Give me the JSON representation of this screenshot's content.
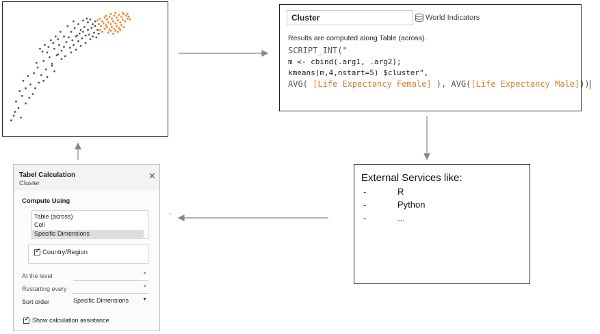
{
  "scatter": {
    "gray_points": [
      [
        6,
        10
      ],
      [
        8,
        15
      ],
      [
        9,
        19
      ],
      [
        12,
        23
      ],
      [
        10,
        30
      ],
      [
        14,
        13
      ],
      [
        18,
        44
      ],
      [
        16,
        52
      ],
      [
        22,
        48
      ],
      [
        25,
        60
      ],
      [
        20,
        57
      ],
      [
        28,
        66
      ],
      [
        31,
        58
      ],
      [
        27,
        71
      ],
      [
        33,
        73
      ],
      [
        35,
        64
      ],
      [
        38,
        77
      ],
      [
        36,
        82
      ],
      [
        40,
        70
      ],
      [
        42,
        86
      ],
      [
        44,
        79
      ],
      [
        46,
        90
      ],
      [
        48,
        84
      ],
      [
        50,
        88
      ],
      [
        52,
        93
      ],
      [
        55,
        87
      ],
      [
        57,
        95
      ],
      [
        54,
        98
      ],
      [
        58,
        90
      ],
      [
        60,
        99
      ],
      [
        62,
        94
      ],
      [
        63,
        102
      ],
      [
        65,
        97
      ],
      [
        66,
        104
      ],
      [
        68,
        100
      ],
      [
        70,
        106
      ],
      [
        71,
        101
      ],
      [
        73,
        108
      ],
      [
        75,
        103
      ],
      [
        76,
        110
      ],
      [
        78,
        106
      ],
      [
        74,
        112
      ],
      [
        70,
        114
      ],
      [
        67,
        109
      ],
      [
        64,
        106
      ],
      [
        61,
        100
      ],
      [
        59,
        108
      ],
      [
        56,
        104
      ],
      [
        53,
        110
      ],
      [
        50,
        99
      ],
      [
        47,
        104
      ],
      [
        45,
        96
      ],
      [
        43,
        99
      ],
      [
        41,
        92
      ],
      [
        39,
        95
      ],
      [
        37,
        88
      ],
      [
        34,
        90
      ],
      [
        32,
        83
      ],
      [
        30,
        86
      ],
      [
        45,
        80
      ],
      [
        48,
        75
      ],
      [
        51,
        78
      ],
      [
        40,
        68
      ],
      [
        42,
        62
      ],
      [
        36,
        56
      ],
      [
        33,
        52
      ],
      [
        26,
        44
      ],
      [
        21,
        34
      ],
      [
        18,
        28
      ],
      [
        15,
        36
      ],
      [
        13,
        41
      ],
      [
        24,
        38
      ],
      [
        29,
        50
      ],
      [
        56,
        82
      ],
      [
        60,
        85
      ],
      [
        64,
        89
      ],
      [
        68,
        92
      ],
      [
        72,
        96
      ],
      [
        74,
        99
      ],
      [
        77,
        98
      ],
      [
        79,
        102
      ],
      [
        62,
        112
      ],
      [
        58,
        115
      ],
      [
        66,
        116
      ],
      [
        69,
        118
      ],
      [
        72,
        117
      ],
      [
        76,
        115
      ]
    ],
    "orange_points": [
      [
        78,
        116
      ],
      [
        80,
        118
      ],
      [
        82,
        115
      ],
      [
        84,
        119
      ],
      [
        86,
        117
      ],
      [
        88,
        120
      ],
      [
        90,
        118
      ],
      [
        92,
        121
      ],
      [
        94,
        119
      ],
      [
        96,
        122
      ],
      [
        98,
        120
      ],
      [
        100,
        123
      ],
      [
        102,
        121
      ],
      [
        79,
        112
      ],
      [
        81,
        110
      ],
      [
        83,
        113
      ],
      [
        85,
        111
      ],
      [
        87,
        114
      ],
      [
        89,
        112
      ],
      [
        91,
        115
      ],
      [
        93,
        113
      ],
      [
        95,
        116
      ],
      [
        97,
        114
      ],
      [
        99,
        117
      ],
      [
        101,
        115
      ],
      [
        103,
        118
      ],
      [
        84,
        107
      ],
      [
        86,
        109
      ],
      [
        88,
        106
      ],
      [
        90,
        109
      ],
      [
        92,
        107
      ],
      [
        94,
        110
      ],
      [
        96,
        108
      ],
      [
        98,
        111
      ],
      [
        100,
        109
      ],
      [
        87,
        103
      ],
      [
        89,
        105
      ],
      [
        91,
        102
      ],
      [
        93,
        105
      ],
      [
        80,
        106
      ],
      [
        82,
        104
      ],
      [
        95,
        104
      ],
      [
        97,
        106
      ],
      [
        85,
        121
      ],
      [
        89,
        123
      ],
      [
        93,
        124
      ],
      [
        99,
        124
      ],
      [
        103,
        123
      ],
      [
        104,
        120
      ],
      [
        105,
        117
      ]
    ],
    "gray_color": "#555555",
    "orange_color": "#f08a35"
  },
  "calc_editor": {
    "name": "Cluster",
    "datasource_icon": "database-icon",
    "datasource": "World Indicators",
    "note": "Results are computed along Table (across).",
    "line1": "SCRIPT_INT(\"",
    "line2": "m <- cbind(.arg1, .arg2);",
    "line3": "kmeans(m,4,nstart=5) $cluster\",",
    "line4_a": "AVG( ",
    "line4_field1": "[Life Expectancy Female]",
    "line4_b": " ), AVG(",
    "line4_field2": "[Life Expectancy Male]",
    "line4_c": "))",
    "field_color": "#e07a2a"
  },
  "services": {
    "title": "External Services like:",
    "items": [
      {
        "dash": "-",
        "label": "R"
      },
      {
        "dash": "-",
        "label": "Python"
      },
      {
        "dash": "-",
        "label": "..."
      }
    ]
  },
  "dialog": {
    "title": "Tabel Calculation",
    "subtitle": "Cluster",
    "close_icon": "close-icon",
    "section": "Compute Using",
    "list": [
      "Table (across)",
      "Cell",
      "Specific Dimensions"
    ],
    "selected_index": 2,
    "dimension": "Country/Region",
    "dimension_checked": true,
    "at_level_label": "At the level",
    "at_level_value": "",
    "restarting_label": "Restarting every",
    "restarting_value": "",
    "sort_label": "Sort order",
    "sort_value": "Specific Dimensions",
    "assist_label": "Show calculation assistance",
    "assist_checked": true
  },
  "arrows": {
    "color": "#888888",
    "stray_mark": "-"
  }
}
